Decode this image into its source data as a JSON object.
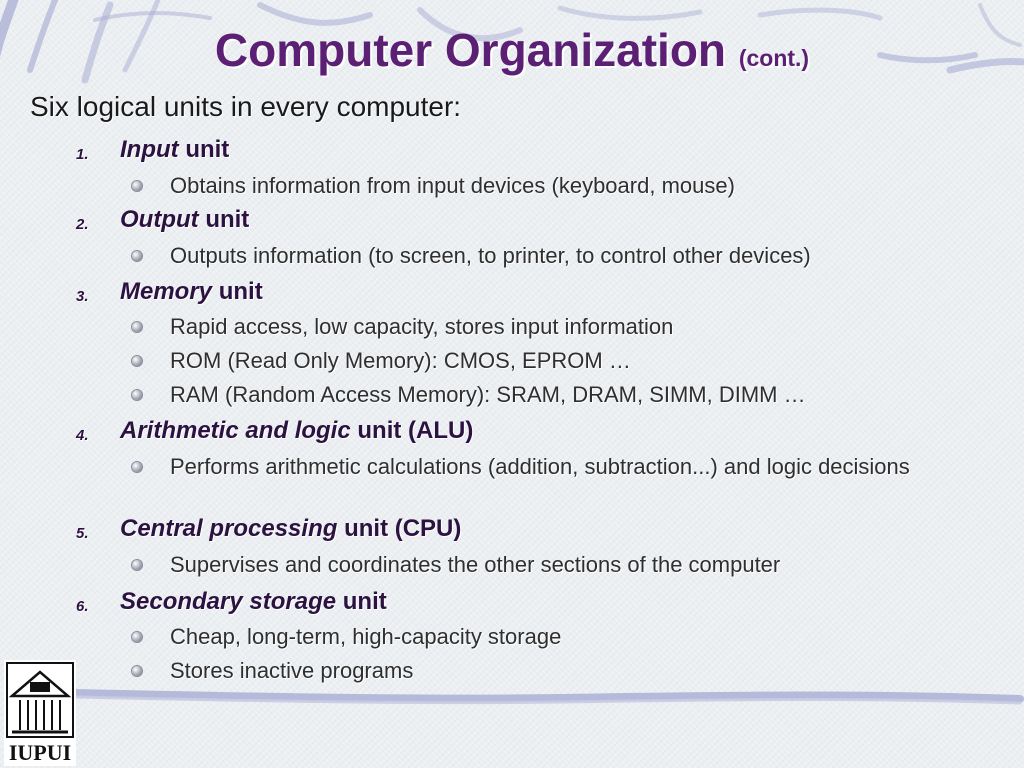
{
  "title": {
    "main": "Computer Organization",
    "suffix": "(cont.)"
  },
  "intro": "Six logical units in every computer:",
  "units": [
    {
      "number": "1.",
      "italic": "Input",
      "rest": "unit",
      "bullets": [
        "Obtains information from input devices (keyboard, mouse)"
      ]
    },
    {
      "number": "2.",
      "italic": "Output",
      "rest": "unit",
      "bullets": [
        "Outputs information (to screen, to printer, to control other devices)"
      ]
    },
    {
      "number": "3.",
      "italic": "Memory",
      "rest": "unit",
      "bullets": [
        "Rapid access, low capacity, stores input information",
        "ROM (Read Only Memory): CMOS, EPROM …",
        "RAM (Random Access Memory): SRAM, DRAM, SIMM, DIMM …"
      ]
    },
    {
      "number": "4.",
      "italic": "Arithmetic and logic",
      "rest": "unit (ALU)",
      "bullets": [
        "Performs arithmetic calculations (addition, subtraction...) and logic decisions"
      ]
    },
    {
      "number": "5.",
      "italic": "Central processing",
      "rest": "unit (CPU)",
      "bullets": [
        "Supervises and coordinates the other sections of the computer"
      ]
    },
    {
      "number": "6.",
      "italic": "Secondary storage",
      "rest": "unit",
      "bullets": [
        "Cheap, long-term, high-capacity storage",
        "Stores inactive programs"
      ]
    }
  ],
  "logo_text": "IUPUI",
  "colors": {
    "title": "#5b1f73",
    "unit_text": "#2b1240",
    "bullet_text": "#2f2f2f",
    "swoosh": "#a9add3"
  }
}
